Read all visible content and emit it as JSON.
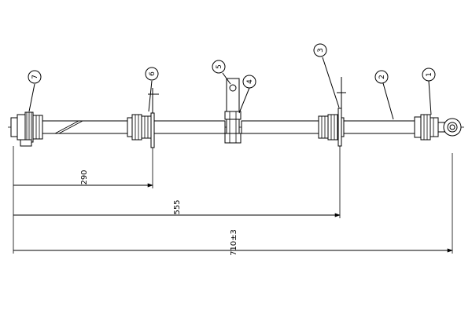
{
  "callouts": [
    {
      "label": "7"
    },
    {
      "label": "6"
    },
    {
      "label": "5"
    },
    {
      "label": "4"
    },
    {
      "label": "3"
    },
    {
      "label": "2"
    },
    {
      "label": "1"
    }
  ],
  "dimensions": {
    "d1": "290",
    "d2": "555",
    "d3": "710±3"
  }
}
